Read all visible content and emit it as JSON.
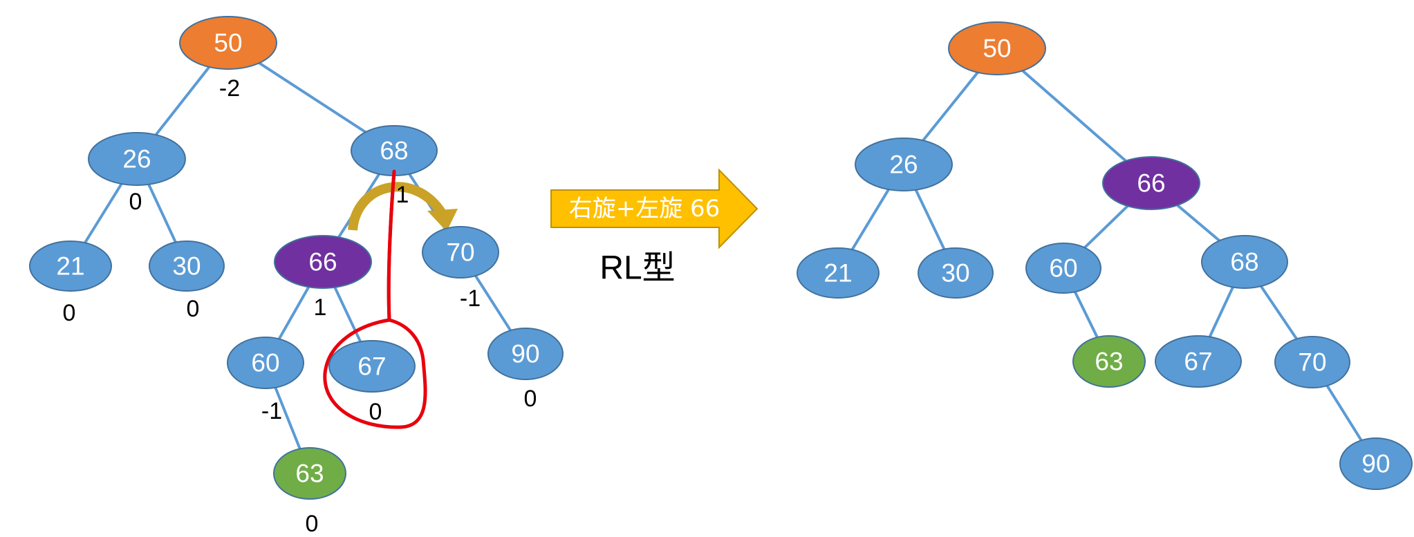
{
  "colors": {
    "default": "#5B9BD5",
    "root": "#ED7D31",
    "pivot": "#7030A0",
    "inserted": "#70AD47",
    "edge": "#5B9BD5",
    "arrow": "#FFC000",
    "annotation": "#E8000D",
    "rotation_arrow": "#C9A227"
  },
  "before_tree": {
    "nodes": [
      {
        "id": "b50",
        "label": "50",
        "balance": "-2",
        "role": "root"
      },
      {
        "id": "b26",
        "label": "26",
        "balance": "0",
        "role": "default"
      },
      {
        "id": "b68",
        "label": "68",
        "balance": "1",
        "role": "default"
      },
      {
        "id": "b21",
        "label": "21",
        "balance": "0",
        "role": "default"
      },
      {
        "id": "b30",
        "label": "30",
        "balance": "0",
        "role": "default"
      },
      {
        "id": "b66",
        "label": "66",
        "balance": "1",
        "role": "pivot"
      },
      {
        "id": "b70",
        "label": "70",
        "balance": "-1",
        "role": "default"
      },
      {
        "id": "b60",
        "label": "60",
        "balance": "-1",
        "role": "default"
      },
      {
        "id": "b67",
        "label": "67",
        "balance": "0",
        "role": "default"
      },
      {
        "id": "b90",
        "label": "90",
        "balance": "0",
        "role": "default"
      },
      {
        "id": "b63",
        "label": "63",
        "balance": "0",
        "role": "inserted"
      }
    ],
    "edges": [
      [
        "b50",
        "b26"
      ],
      [
        "b50",
        "b68"
      ],
      [
        "b26",
        "b21"
      ],
      [
        "b26",
        "b30"
      ],
      [
        "b68",
        "b66"
      ],
      [
        "b68",
        "b70"
      ],
      [
        "b66",
        "b60"
      ],
      [
        "b66",
        "b67"
      ],
      [
        "b70",
        "b90"
      ],
      [
        "b60",
        "b63"
      ]
    ]
  },
  "operation": {
    "arrow_label": "右旋+左旋 66",
    "caption": "RL型"
  },
  "after_tree": {
    "nodes": [
      {
        "id": "a50",
        "label": "50",
        "role": "root"
      },
      {
        "id": "a26",
        "label": "26",
        "role": "default"
      },
      {
        "id": "a66",
        "label": "66",
        "role": "pivot"
      },
      {
        "id": "a21",
        "label": "21",
        "role": "default"
      },
      {
        "id": "a30",
        "label": "30",
        "role": "default"
      },
      {
        "id": "a60",
        "label": "60",
        "role": "default"
      },
      {
        "id": "a68",
        "label": "68",
        "role": "default"
      },
      {
        "id": "a63",
        "label": "63",
        "role": "inserted"
      },
      {
        "id": "a67",
        "label": "67",
        "role": "default"
      },
      {
        "id": "a70",
        "label": "70",
        "role": "default"
      },
      {
        "id": "a90",
        "label": "90",
        "role": "default"
      }
    ],
    "edges": [
      [
        "a50",
        "a26"
      ],
      [
        "a50",
        "a66"
      ],
      [
        "a26",
        "a21"
      ],
      [
        "a26",
        "a30"
      ],
      [
        "a66",
        "a60"
      ],
      [
        "a66",
        "a68"
      ],
      [
        "a60",
        "a63"
      ],
      [
        "a68",
        "a67"
      ],
      [
        "a68",
        "a70"
      ],
      [
        "a70",
        "a90"
      ]
    ]
  }
}
